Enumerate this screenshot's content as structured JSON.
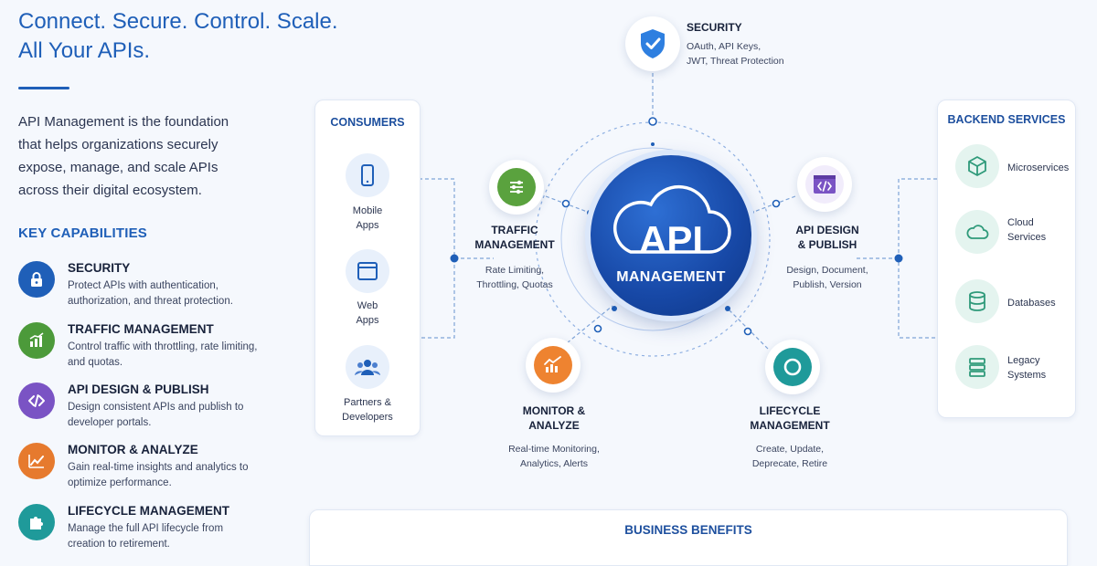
{
  "hero": {
    "headline_line1": "Connect. Secure. Control. Scale.",
    "headline_line2": "All Your APIs.",
    "intro": "API Management is the foundation that helps organizations securely expose, manage, and scale APIs across their digital ecosystem."
  },
  "capabilities": {
    "title": "KEY CAPABILITIES",
    "items": [
      {
        "title": "SECURITY",
        "desc": "Protect APIs with authentication, authorization, and threat protection.",
        "icon": "lock-icon",
        "color": "#1f5fb8"
      },
      {
        "title": "TRAFFIC MANAGEMENT",
        "desc": "Control traffic with throttling, rate limiting, and quotas.",
        "icon": "bar-chart-icon",
        "color": "#4c9a3a"
      },
      {
        "title": "API DESIGN & PUBLISH",
        "desc": "Design consistent APIs and publish to developer portals.",
        "icon": "code-icon",
        "color": "#7a53c4"
      },
      {
        "title": "MONITOR & ANALYZE",
        "desc": "Gain real-time insights and analytics to optimize performance.",
        "icon": "line-chart-icon",
        "color": "#e67a2e"
      },
      {
        "title": "LIFECYCLE MANAGEMENT",
        "desc": "Manage the full API lifecycle from creation to retirement.",
        "icon": "puzzle-icon",
        "color": "#1f9a9a"
      }
    ]
  },
  "consumers": {
    "title": "CONSUMERS",
    "items": [
      {
        "label_line1": "Mobile",
        "label_line2": "Apps",
        "icon": "mobile-icon"
      },
      {
        "label_line1": "Web",
        "label_line2": "Apps",
        "icon": "browser-icon"
      },
      {
        "label_line1": "Partners &",
        "label_line2": "Developers",
        "icon": "people-icon"
      }
    ]
  },
  "backend": {
    "title": "BACKEND SERVICES",
    "items": [
      {
        "label_line1": "Microservices",
        "label_line2": "",
        "icon": "cube-icon"
      },
      {
        "label_line1": "Cloud",
        "label_line2": "Services",
        "icon": "cloud-icon"
      },
      {
        "label_line1": "Databases",
        "label_line2": "",
        "icon": "database-icon"
      },
      {
        "label_line1": "Legacy",
        "label_line2": "Systems",
        "icon": "server-icon"
      }
    ]
  },
  "hub": {
    "line1": "API",
    "line2": "MANAGEMENT",
    "color": "#1748a6"
  },
  "nodes": {
    "security": {
      "title": "SECURITY",
      "sub_line1": "OAuth, API Keys,",
      "sub_line2": "JWT, Threat Protection",
      "icon": "shield-check-icon"
    },
    "traffic": {
      "title_line1": "TRAFFIC",
      "title_line2": "MANAGEMENT",
      "sub_line1": "Rate Limiting,",
      "sub_line2": "Throttling, Quotas",
      "icon": "sliders-icon"
    },
    "design": {
      "title_line1": "API DESIGN",
      "title_line2": "& PUBLISH",
      "sub_line1": "Design, Document,",
      "sub_line2": "Publish, Version",
      "icon": "code-window-icon"
    },
    "monitor": {
      "title_line1": "MONITOR &",
      "title_line2": "ANALYZE",
      "sub_line1": "Real-time Monitoring,",
      "sub_line2": "Analytics, Alerts",
      "icon": "analytics-icon"
    },
    "lifecycle": {
      "title_line1": "LIFECYCLE",
      "title_line2": "MANAGEMENT",
      "sub_line1": "Create, Update,",
      "sub_line2": "Deprecate, Retire",
      "icon": "cycle-icon"
    }
  },
  "benefits": {
    "title": "BUSINESS BENEFITS"
  }
}
